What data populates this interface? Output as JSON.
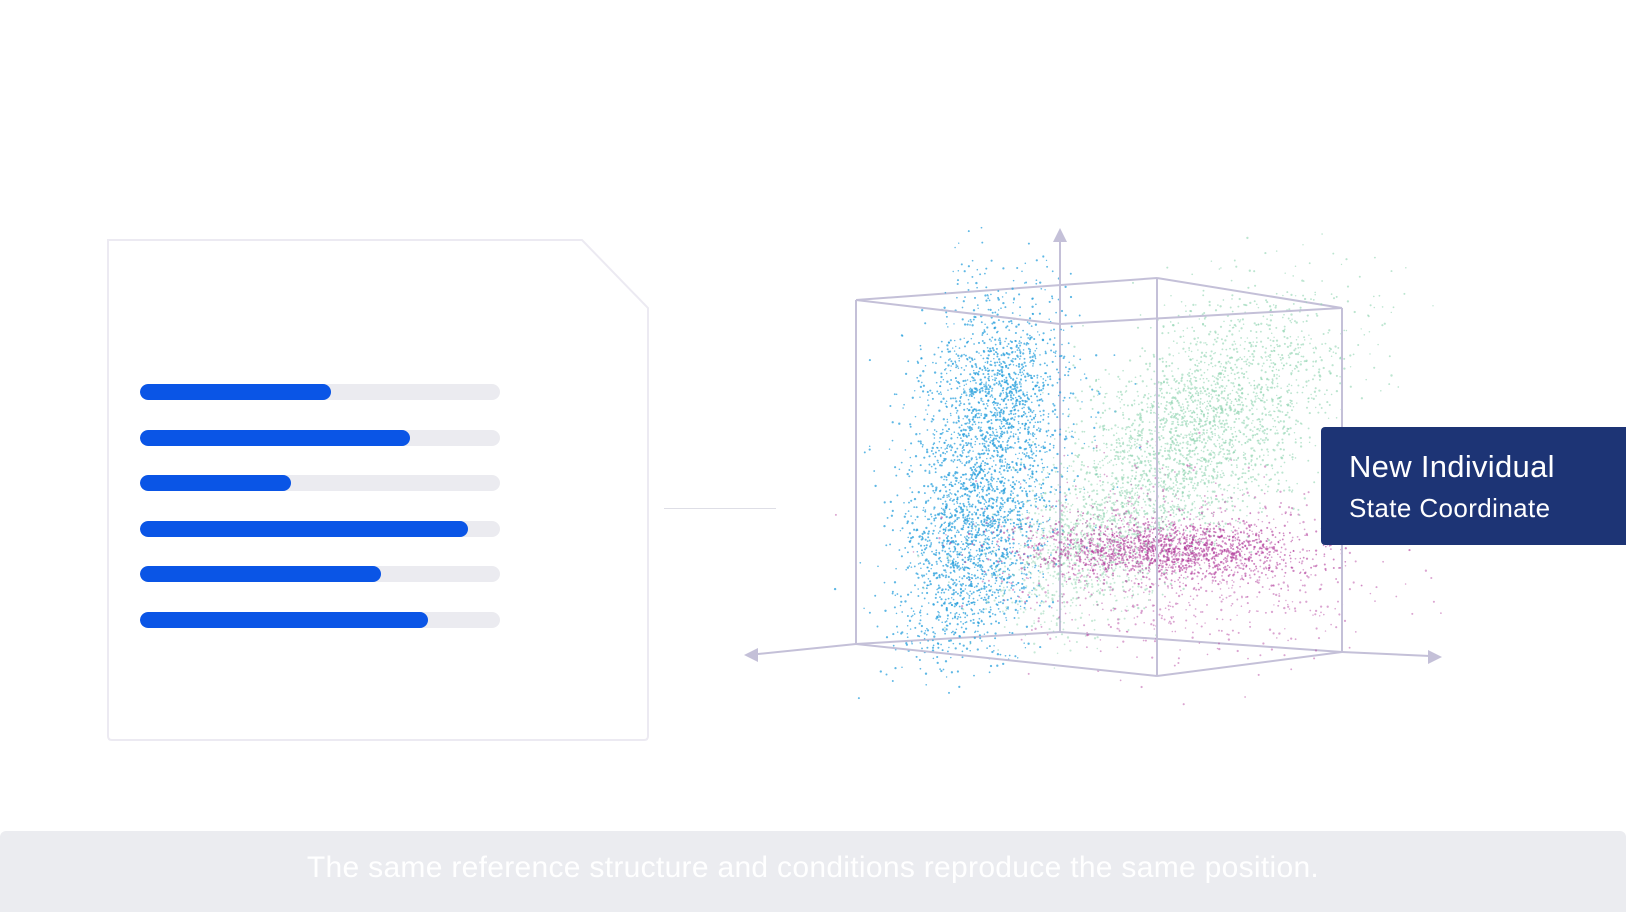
{
  "document_card": {
    "bars": [
      {
        "value": 0.53
      },
      {
        "value": 0.75
      },
      {
        "value": 0.42
      },
      {
        "value": 0.91
      },
      {
        "value": 0.67
      },
      {
        "value": 0.8
      }
    ]
  },
  "label": {
    "title": "New Individual",
    "subtitle": "State Coordinate"
  },
  "caption": "The same reference structure and conditions reproduce the same position.",
  "colors": {
    "accent": "#0a55e6",
    "track": "#ebebf0",
    "label_bg": "#1d3475",
    "axis": "#c4c0d8",
    "cluster_blue": "#2aa0dc",
    "cluster_green": "#8fd3b0",
    "cluster_magenta": "#b0389a"
  }
}
